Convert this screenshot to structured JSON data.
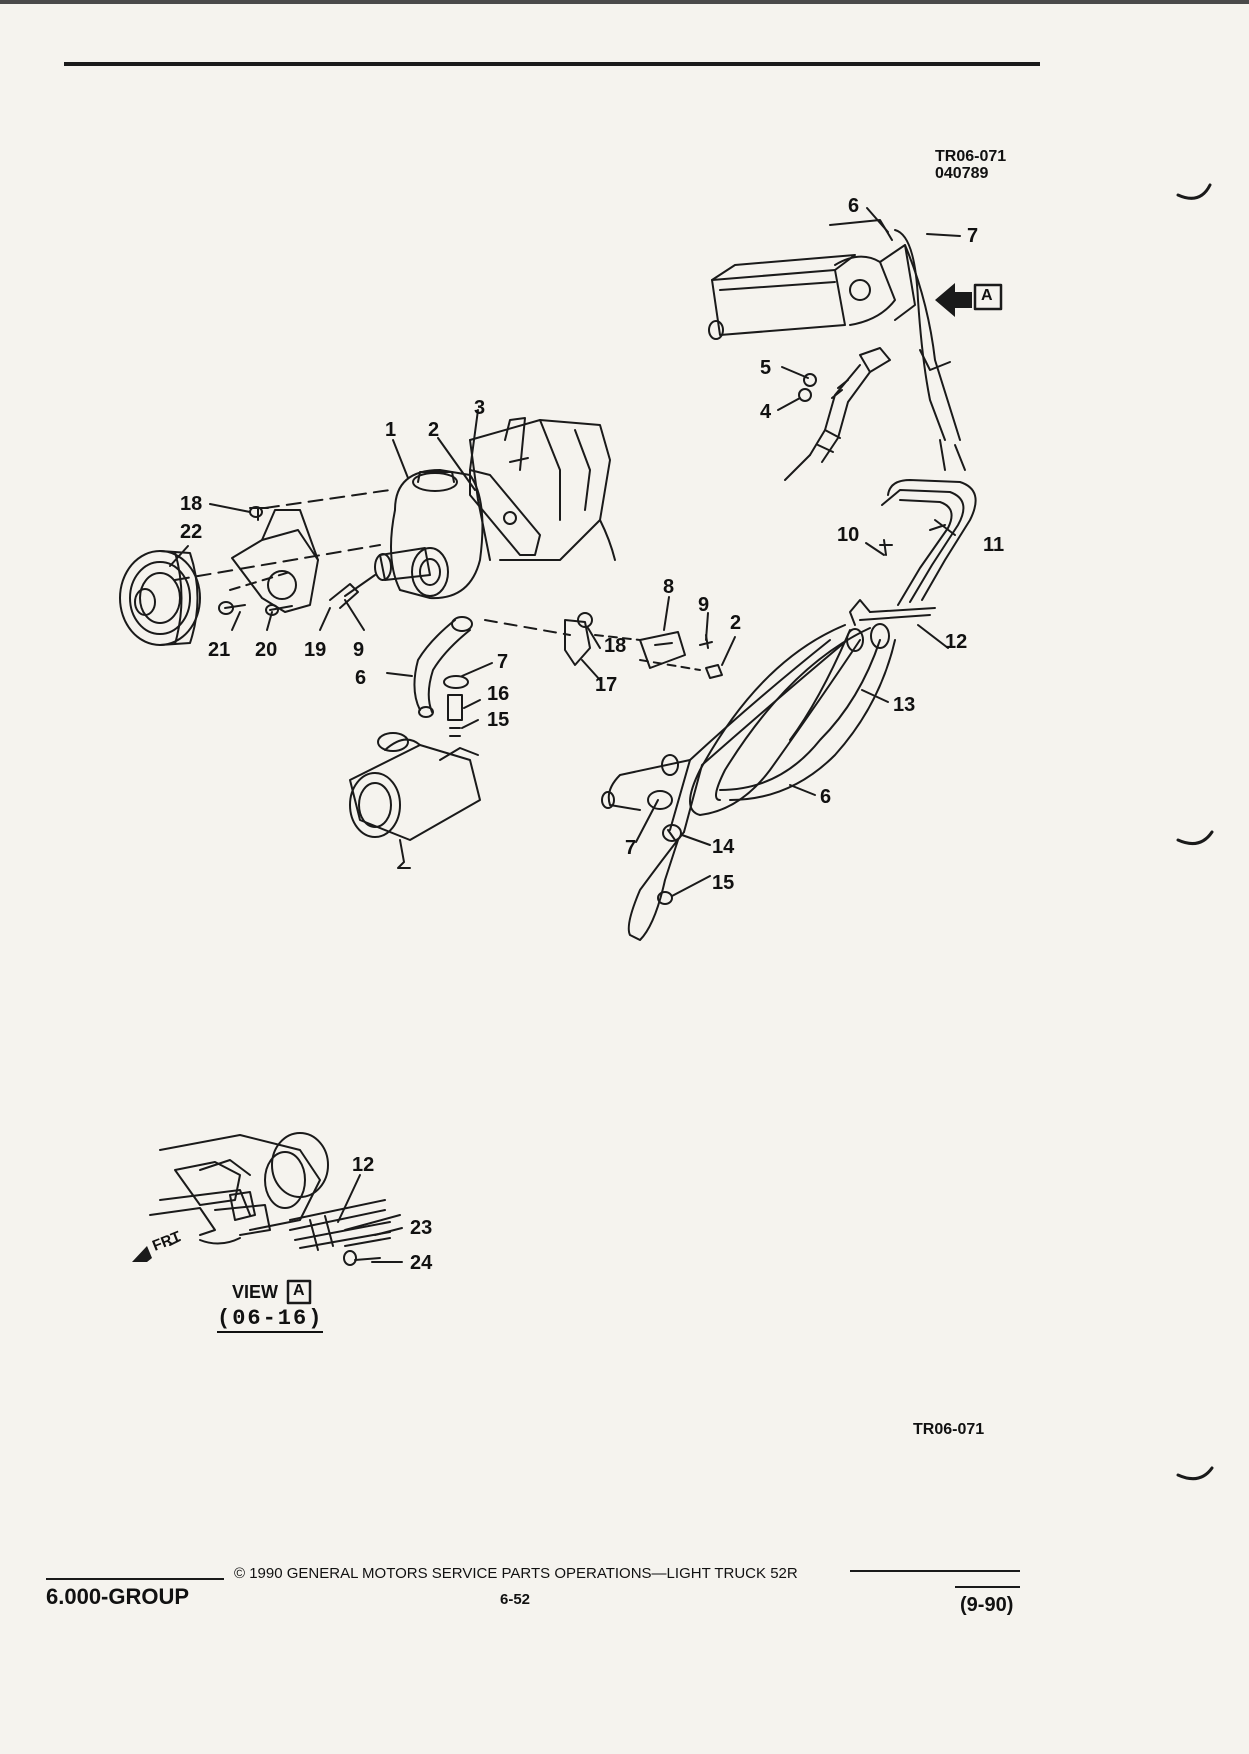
{
  "header": {
    "figure_code": "TR06-071",
    "figure_date": "040789"
  },
  "callouts": {
    "main": [
      "1",
      "2",
      "3",
      "18",
      "22",
      "21",
      "20",
      "19",
      "9",
      "6",
      "7",
      "16",
      "15",
      "8",
      "9",
      "2",
      "18",
      "17"
    ],
    "top_right": [
      "6",
      "7",
      "5",
      "4"
    ],
    "lines": [
      "10",
      "11",
      "12",
      "13",
      "6",
      "7",
      "14",
      "15"
    ],
    "view": [
      "12",
      "23",
      "24"
    ]
  },
  "view_a": {
    "label": "VIEW",
    "box": "A",
    "code": "(06-16)",
    "front_label": "FRT",
    "view_marker": "A"
  },
  "bottom_code": "TR06-071",
  "footer": {
    "group": "6.000-GROUP",
    "copyright": "© 1990 GENERAL MOTORS SERVICE PARTS OPERATIONS—LIGHT TRUCK 52R",
    "page": "6-52",
    "date": "(9-90)"
  }
}
